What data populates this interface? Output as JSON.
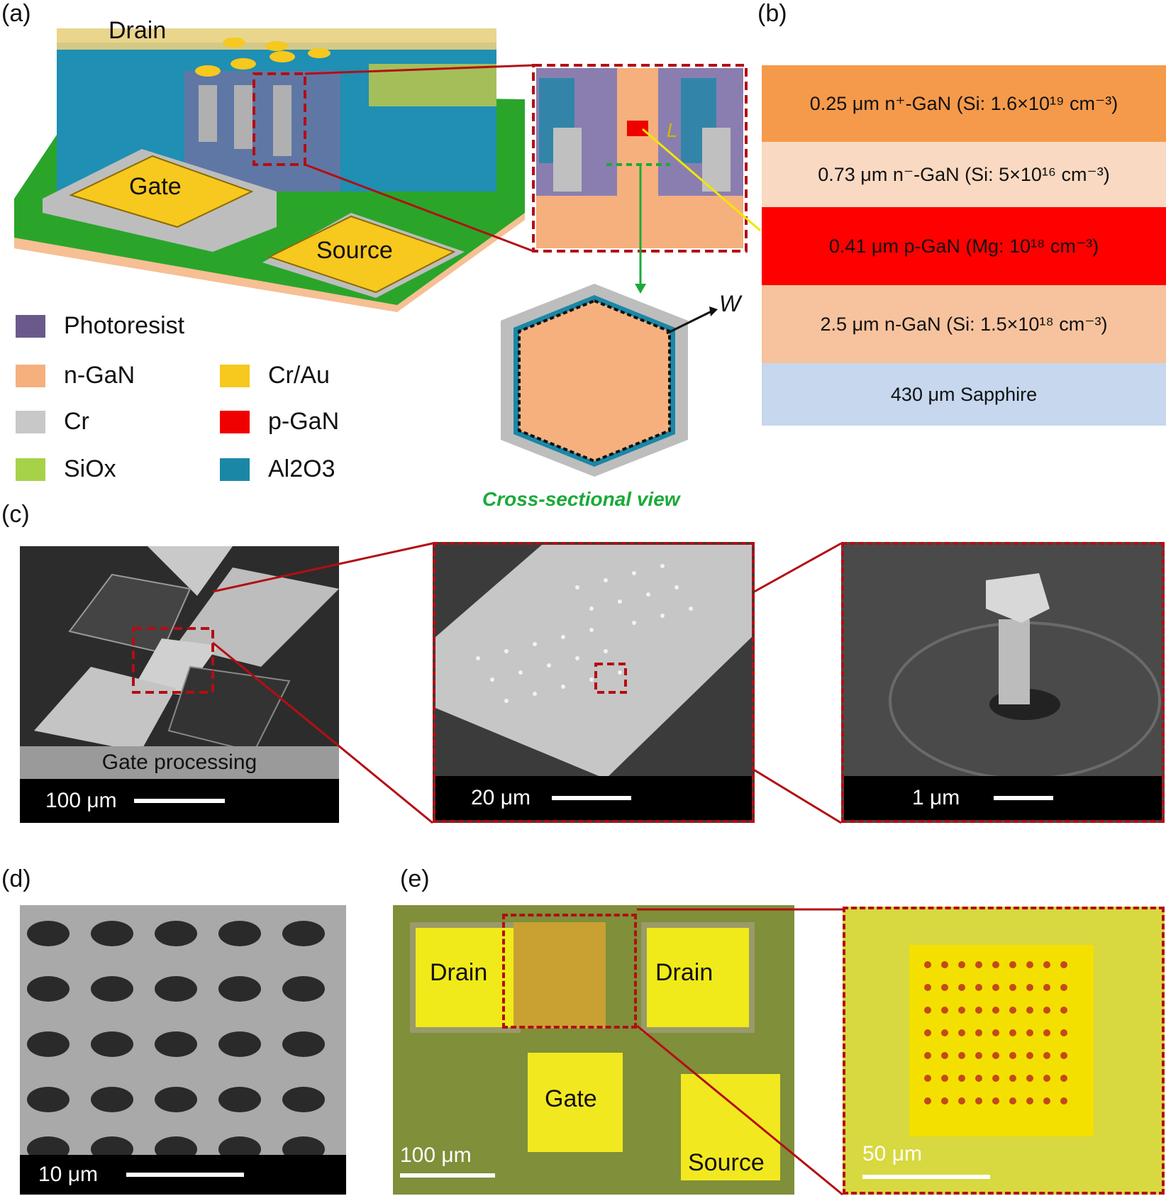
{
  "panels": {
    "a": "(a)",
    "b": "(b)",
    "c": "(c)",
    "d": "(d)",
    "e": "(e)"
  },
  "panel_a": {
    "drain": "Drain",
    "gate": "Gate",
    "source": "Source",
    "inset_L": "L",
    "cross_W": "W",
    "cross_caption": "Cross-sectional view",
    "legend": [
      {
        "label": "Photoresist",
        "color": "#6a5a8c"
      },
      {
        "label": "n-GaN",
        "color": "#f5b07e"
      },
      {
        "label": "Cr",
        "color": "#c8c8c8"
      },
      {
        "label": "SiOx",
        "color": "#a6d24a"
      },
      {
        "label": "Cr/Au",
        "color": "#f7c81e"
      },
      {
        "label": "p-GaN",
        "color": "#f00000"
      },
      {
        "label": "Al2O3",
        "color": "#1b87a6"
      }
    ]
  },
  "panel_b": {
    "layers": [
      {
        "text": "0.25 μm n⁺-GaN (Si: 1.6×10¹⁹ cm⁻³)",
        "color": "#f59a4b"
      },
      {
        "text": "0.73 μm n⁻-GaN (Si: 5×10¹⁶ cm⁻³)",
        "color": "#fad9c2"
      },
      {
        "text": "0.41 μm p-GaN (Mg: 10¹⁸ cm⁻³)",
        "color": "#ff0000"
      },
      {
        "text": "2.5 μm n-GaN (Si: 1.5×10¹⁸ cm⁻³)",
        "color": "#f7c39e"
      },
      {
        "text": "430 μm Sapphire",
        "color": "#c6d7ee"
      }
    ]
  },
  "panel_c": {
    "gate_processing": "Gate processing",
    "scale1": "100 μm",
    "scale2": "20 μm",
    "scale3": "1 μm"
  },
  "panel_d": {
    "scale": "10 μm"
  },
  "panel_e": {
    "drain_left": "Drain",
    "drain_right": "Drain",
    "gate": "Gate",
    "source": "Source",
    "scale1": "100 μm",
    "scale2": "50 μm"
  },
  "colors": {
    "dashed_red": "#b30e14",
    "green_arrow": "#1aaa3a",
    "yellow_line": "#f2e600"
  }
}
